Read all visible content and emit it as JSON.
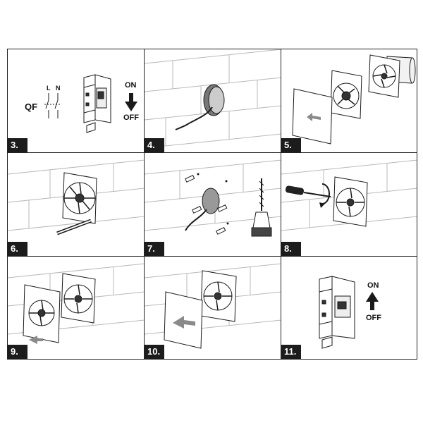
{
  "steps": [
    {
      "number": "3.",
      "labels": {
        "qf": "QF",
        "l": "L",
        "n": "N",
        "on": "ON",
        "off": "OFF"
      }
    },
    {
      "number": "4."
    },
    {
      "number": "5."
    },
    {
      "number": "6."
    },
    {
      "number": "7."
    },
    {
      "number": "8."
    },
    {
      "number": "9."
    },
    {
      "number": "10."
    },
    {
      "number": "11.",
      "labels": {
        "on": "ON",
        "off": "OFF"
      }
    }
  ],
  "colors": {
    "line": "#1a1a1a",
    "wall": "#b8b8b8",
    "arrow": "#8a8a8a",
    "tag_bg": "#1c1c1c"
  },
  "icons": [
    "circuit-breaker-icon",
    "arrow-down-icon",
    "arrow-up-icon",
    "fan-icon",
    "drill-icon",
    "screwdriver-icon",
    "dowel-icon"
  ]
}
